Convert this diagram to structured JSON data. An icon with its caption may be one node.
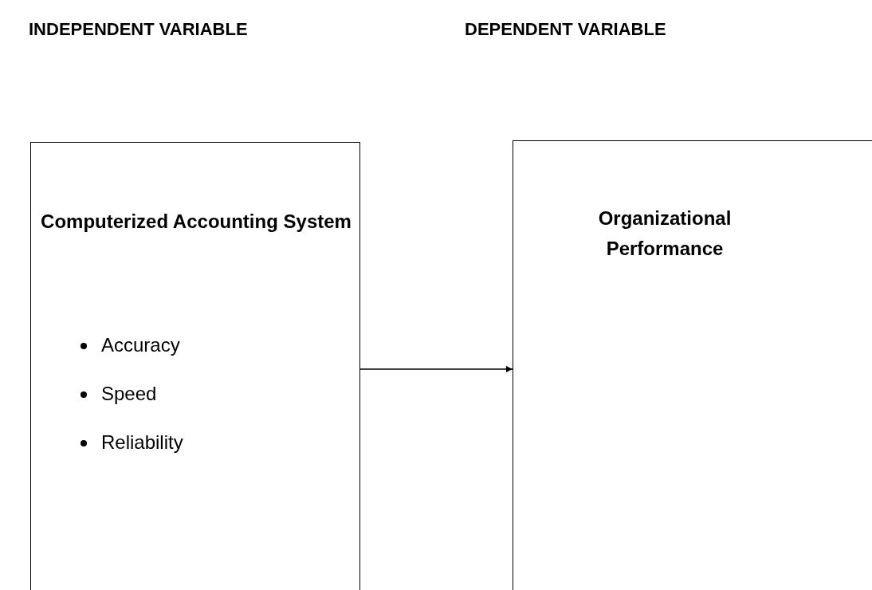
{
  "diagram": {
    "nodes": [
      {
        "text": [
          "Computerized Accounting System",
          "Accuracy",
          "Speed",
          "Reliability"
        ]
      },
      {
        "text": [
          "Organizational Performance"
        ]
      }
    ],
    "edges": [
      {
        "from": 0,
        "to": 1,
        "arrow": "to"
      }
    ],
    "labels": [
      "INDEPENDENT VARIABLE",
      "DEPENDENT VARIABLE"
    ]
  }
}
